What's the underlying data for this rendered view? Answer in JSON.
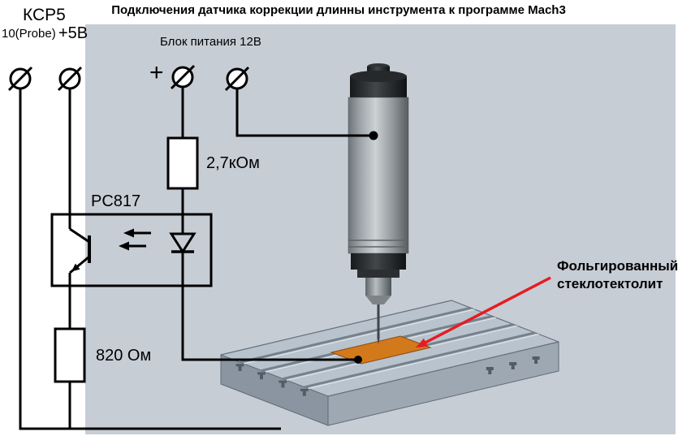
{
  "title": "Подключения датчика коррекции длинны инструмента к программе Mach3",
  "sensor": {
    "name": "КСР5",
    "pin": "10(Probe)",
    "voltage": "+5В"
  },
  "power": {
    "label": "Блок питания 12В",
    "plus": "+"
  },
  "components": {
    "resistor1": "2,7кОм",
    "optocoupler": "PC817",
    "resistor2": "820 Ом"
  },
  "annotation": {
    "line1": "Фольгированный",
    "line2": "стеклотектолит"
  },
  "colors": {
    "background": "#c7cdd5",
    "wire": "#000000",
    "foil": "#d2791c",
    "annotation": "#e51c23",
    "table_top": "#b9c3ce",
    "spindle_dark": "#1d2022"
  }
}
